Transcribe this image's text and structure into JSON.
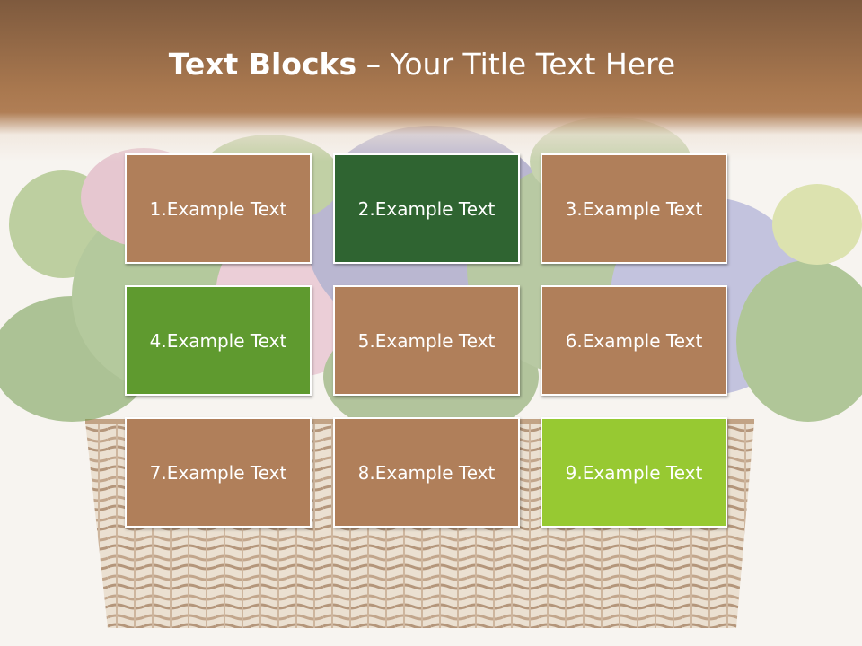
{
  "title": {
    "bold": "Text Blocks",
    "dash": " – ",
    "rest": "Your Title Text Here"
  },
  "colors": {
    "brown": "#b07f5a",
    "dark_green": "#2f6431",
    "mid_green": "#5f9a2f",
    "lime_green": "#97c932"
  },
  "blocks": [
    {
      "label": "1.Example Text",
      "color": "#b07f5a"
    },
    {
      "label": "2.Example Text",
      "color": "#2f6431"
    },
    {
      "label": "3.Example Text",
      "color": "#b07f5a"
    },
    {
      "label": "4.Example Text",
      "color": "#5f9a2f"
    },
    {
      "label": "5.Example Text",
      "color": "#b07f5a"
    },
    {
      "label": "6.Example Text",
      "color": "#b07f5a"
    },
    {
      "label": "7.Example Text",
      "color": "#b07f5a"
    },
    {
      "label": "8.Example Text",
      "color": "#b07f5a"
    },
    {
      "label": "9.Example Text",
      "color": "#97c932"
    }
  ]
}
